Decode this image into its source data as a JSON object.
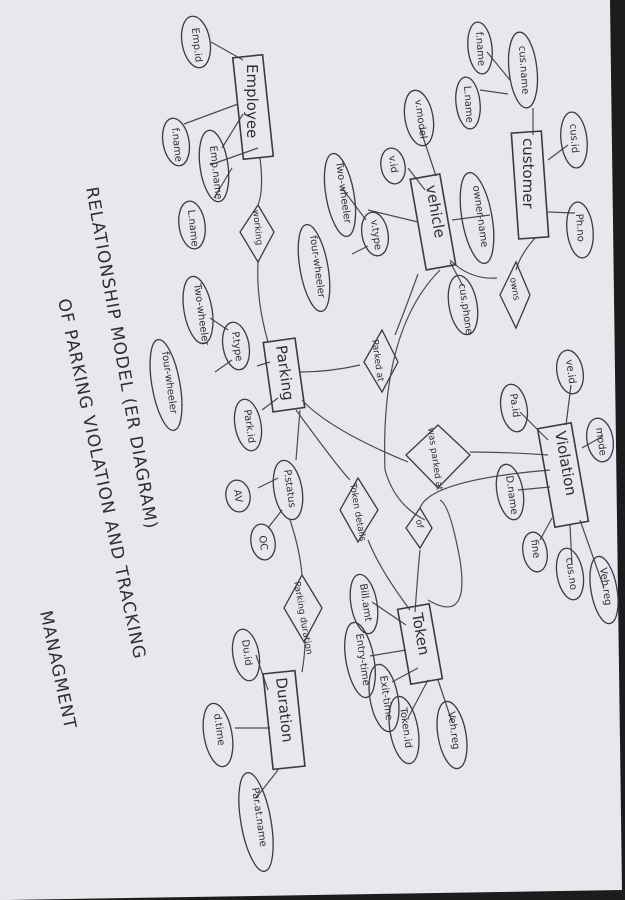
{
  "title_line1": "RELATIONSHIP MODEL (ER DIAGRAM)",
  "title_line2": "OF PARKING VIOLATION AND TRACKING",
  "title_line3": "MANAGMENT",
  "entities": {
    "employee": "Employee",
    "customer": "customer",
    "vehicle": "vehicle",
    "parking": "Parking",
    "violation": "Violation",
    "token": "Token",
    "duration": "Duration"
  },
  "attributes": {
    "emp_id": "Emp.id",
    "emp_fname": "f.name",
    "emp_name": "Emp.name",
    "emp_lname": "L.name",
    "cus_name": "cus.name",
    "cus_fname": "f.name",
    "cus_lname": "L.name",
    "cus_id": "cus.id",
    "cus_phno": "Ph.no",
    "v_model": "v.model",
    "v_id": "v.id",
    "v_type": "v.type",
    "two_wheeler_v": "Two-wheeler",
    "four_wheeler_v": "four-wheeler",
    "owner_name": "owner-name",
    "cus_phone": "cus.phone",
    "p_type": "P.type",
    "two_wheeler_p": "Two-wheeler",
    "four_wheeler_p": "four-wheeler",
    "park_id": "Park.id",
    "p_status": "P.status",
    "av": "AV",
    "oc": "OC",
    "ve_id": "ve.id",
    "pa_id": "Pa.id",
    "d_name": "D.name",
    "mode": "mode",
    "fine": "fine",
    "cus_no": "cus.no",
    "veh_reg_violation": "Veh.reg",
    "bill_amt": "Bill.amt",
    "entry_time": "Entry-time",
    "exit_time": "Exit-time",
    "token_id": "Token.id",
    "veh_reg_token": "Veh.reg",
    "du_id": "Du.id",
    "d_time": "d.time",
    "par_at_name": "Par.at.name"
  },
  "relationships": {
    "working": "working",
    "owns": "owns",
    "parked_at": "Parked at",
    "was_parked_at": "was parked at",
    "token_details": "Token details",
    "of": "of",
    "parking_duration": "Parking duration"
  }
}
